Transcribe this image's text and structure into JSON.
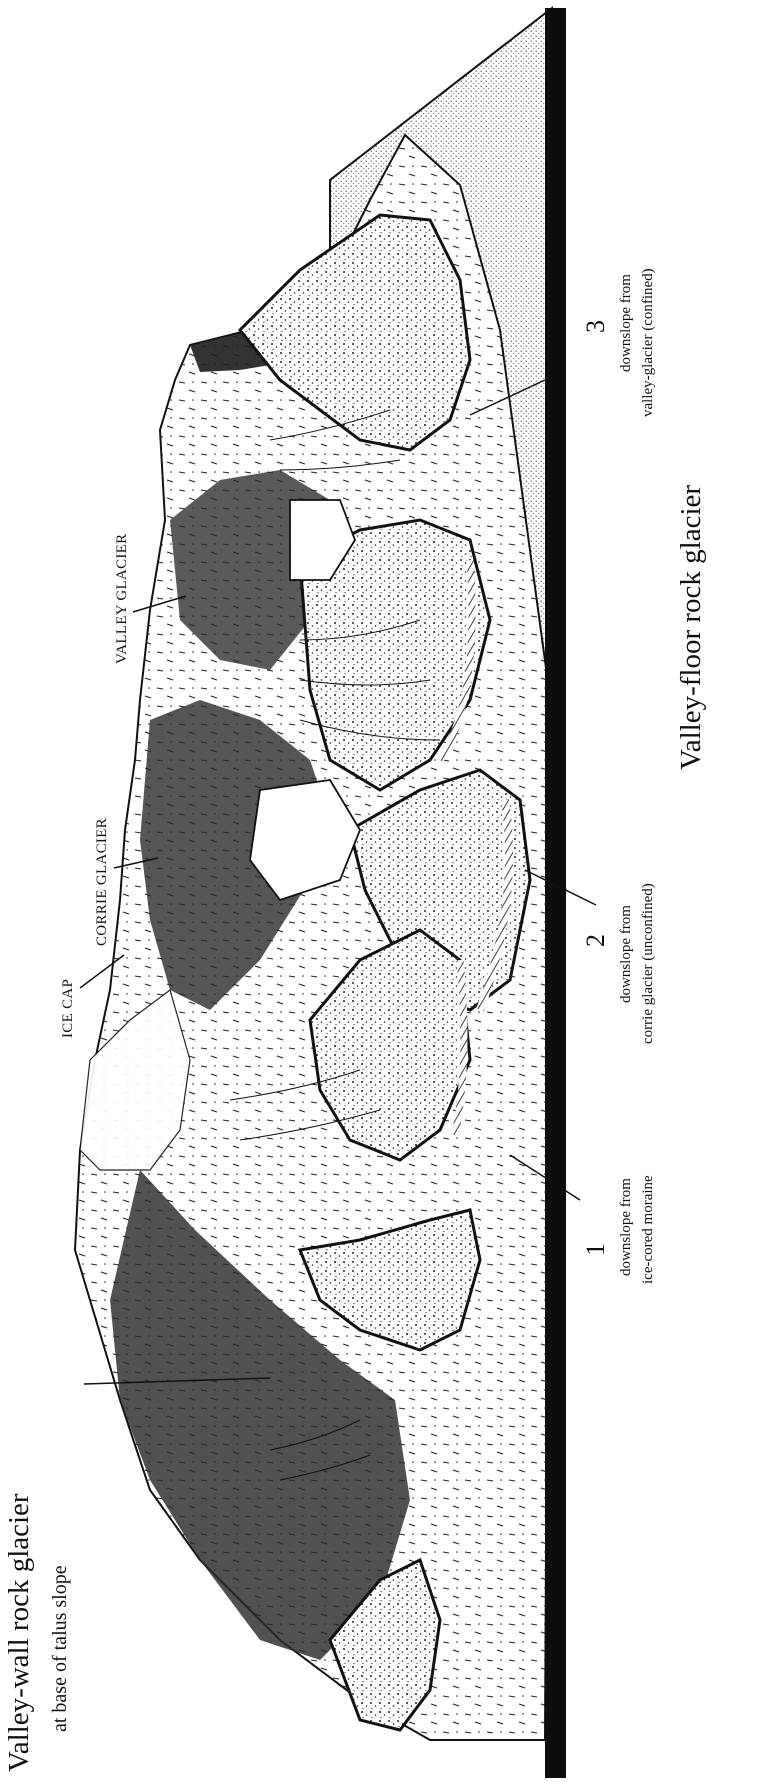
{
  "figure": {
    "valley_wall": {
      "title": "Valley-wall rock glacier",
      "subtitle": "at base of talus slope"
    },
    "valley_floor": {
      "title": "Valley-floor rock glacier"
    },
    "features": {
      "ice_cap": "ICE CAP",
      "corrie_glacier": "CORRIE GLACIER",
      "valley_glacier": "VALLEY GLACIER"
    },
    "types": [
      {
        "number": "1",
        "line1": "downslope from",
        "line2": "ice-cored moraine"
      },
      {
        "number": "2",
        "line1": "downslope from",
        "line2": "corrie glacier (unconfined)"
      },
      {
        "number": "3",
        "line1": "downslope from",
        "line2": "valley-glacier (confined)"
      }
    ]
  },
  "colors": {
    "ink": "#111111",
    "stipple": "#bdbdbd",
    "paper": "#ffffff"
  }
}
